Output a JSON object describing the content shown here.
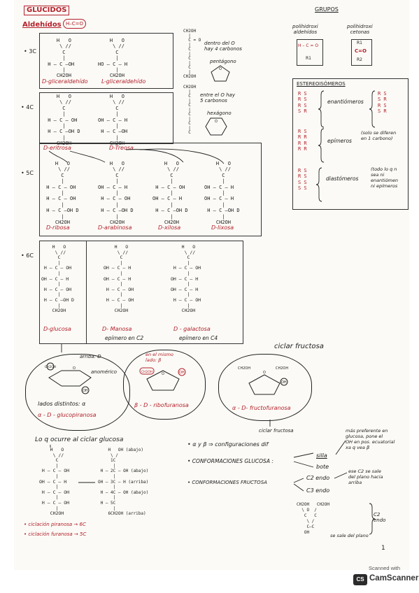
{
  "header": {
    "title": "GLÚCIDOS",
    "subtitle": "Aldehídos",
    "aldehyde_glyph": "H–C=O"
  },
  "rows": {
    "c3": "• 3C",
    "c4": "• 4C",
    "c5": "• 5C",
    "c6": "• 6C"
  },
  "c3": {
    "mol1": "    H   O\n     \\ //\n      C\n      |\n H – C –OH\n      |\n    CH2OH",
    "mol2": "    H   O\n     \\ //\n      C\n      |\nHO – C – H\n      |\n    CH2OH",
    "label1": "D-gliceraldehído",
    "label2": "L-gliceraldehído"
  },
  "c4": {
    "mol1": "    H   O\n     \\ //\n      C\n      |\n H – C – OH\n      |\n H – C –OH D\n      |\n    CH2OH",
    "mol2": "    H   O\n     \\ //\n      C\n      |\nOH – C – H\n      |\n H – C –OH\n      |\n    CH2OH",
    "label1": "D-eritrosa",
    "label2": "D-Treosa"
  },
  "c5": {
    "mol1": "    H   O\n     \\ //\n      C\n      |\n H – C – OH\n      |\n H – C – OH\n      |\n H – C –OH D\n      |\n    CH2OH",
    "mol2": "    H   O\n     \\ //\n      C\n      |\nOH – C – H\n      |\n H – C – OH\n      |\n H – C –OH D\n      |\n    CH2OH",
    "mol3": "    H   O\n     \\ //\n      C\n      |\n H – C – OH\n      |\nOH – C – H\n      |\n H – C –OH D\n      |\n    CH2OH",
    "mol4": "    H   O\n     \\ //\n      C\n      |\nOH – C – H\n      |\nOH – C – H\n      |\n H – C –OH D\n      |\n    CH2OH",
    "label1": "D-ribosa",
    "label2": "D-arabinosa",
    "label3": "D-xilosa",
    "label4": "D-lixosa"
  },
  "c6": {
    "mol1": "    H   O\n     \\ //\n      C\n      |\n H – C – OH\n      |\nOH – C – H\n      |\n H – C – OH\n      |\n H – C –OH D\n      |\n    CH2OH",
    "mol2": "    H   O\n     \\ //\n      C\n      |\nOH – C – H\n      |\nOH – C – H\n      |\n H – C – OH\n      |\n H – C – OH\n      |\n    CH2OH",
    "mol3": "    H   O\n     \\ //\n      C\n      |\n H – C – OH\n      |\nOH – C – H\n      |\nOH – C – H\n      |\n H – C – OH\n      |\n    CH2OH",
    "label1": "D-glucosa",
    "label2": "D- Manosa",
    "label3": "D - galactosa",
    "epi2": "epímero en C2",
    "epi3": "epímero en C4"
  },
  "ketose": {
    "chain": "CH2OH\n  |\n  C = O\n  |\n  C\n  |\n  C\n  |\n  C\n  |\nCH2OH",
    "note1": "dentro del O\nhay 4 carbonos",
    "note1b": "pentágono",
    "chain2": "CH2OH\n  |\n  C\n  |\n  C\n  |\n  C\n  |\n  C\n  |\n  C",
    "note2": "entre el O hay\n5 carbonos",
    "note2b": "hexágono"
  },
  "grupos": {
    "title": "GRUPOS",
    "left": "polihidroxi\naldehídos",
    "right": "polihidroxi\ncetonas",
    "left_formula": "H – C = O",
    "left_r": "R1",
    "right_formula": "C=O",
    "right_r1": "R1",
    "right_r2": "R2"
  },
  "estereo": {
    "title": "ESTEREOISÓMEROS",
    "g1_pairs": "R S\nR S\nR S\nS R",
    "g1_mirror": "R S\nS R\nR S\nS R",
    "g1_label": "enantiómeros",
    "g2_pairs": "R S\nR R\nR R\nR R",
    "g2_label": "epímeros",
    "g2_note": "(solo se diferen\nen 1 carbono)",
    "g3_pairs": "R S\nR S\nS S\nS S",
    "g3_label": "diastómeros",
    "g3_note": "(todo lo q n\nsea ni\nenantiómen\nni epímeros"
  },
  "cyclic": {
    "arriba": "arriba: D",
    "anomerico": "anomérico",
    "lados": "lados distintos: α",
    "glucopiranosa": "α - D - glucopiranosa",
    "mismo": "en el mismo\nlado: β",
    "ribofuranosa": "β - D - ribofuranosa",
    "ciclar_title": "ciclar fructosa",
    "fructofuranosa": "α - D- fructofuranosa",
    "ciclar_label": "ciclar fructosa",
    "ring_ch2oh": "CH2OH",
    "ring_oh": "OH"
  },
  "bottom": {
    "lo_q": "Lo q ocurre al ciclar glucosa",
    "open_chain": "    H   O\n     \\ //\n      C\n      |\n H – C – OH\n      |\nOH – C – H\n      |\n H – C – OH\n      |\n H – C – OH\n      |\n    CH2OH",
    "closed_chain": "    H   OH (abajo)\n     \\ /\n     1C\n      |\n H – 2C – OH (abajo)\n      |\nOH – 3C – H (arriba)\n      |\n H – 4C – OH (abajo)\n      |\n H – 5C\n      |\n    6CH2OH (arriba)",
    "cic1": "• ciclación piranosa → 6C",
    "cic2": "• ciclación furanosa → 5C",
    "b1": "• α y β ⇒ configuraciones dif",
    "b2": "• CONFORMACIONES GLUCOSA :",
    "silla": "silla",
    "bote": "bote",
    "silla_note": "más preferente en\nglucosa, pone el\nOH en pos. ecuatorial\nxa q vea β",
    "b3": "• CONFORMACIONES FRUCTOSA",
    "c2endo": "C2 endo",
    "c3endo": "C3 endo",
    "c2_note": "ese C2 se sale\ndel plano hacia\narriba",
    "small_ring": "CH2OH   CH2OH\n  \\ O  /\n   C   C\n    \\ /\n    C–C\n   OH",
    "sesale": "se sale\ndel plano",
    "c2endo2": "C2\nendo",
    "page_num": "1"
  },
  "camscanner": {
    "scanned": "Scanned with",
    "name": "CamScanner",
    "logo": "CS"
  },
  "colors": {
    "ink": "#1c1c1c",
    "red": "#b3202a",
    "paper": "#fbfaf6"
  }
}
